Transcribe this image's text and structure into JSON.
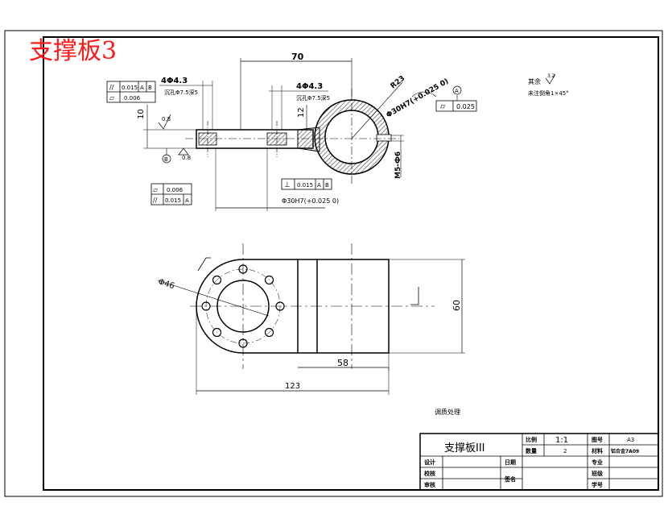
{
  "title_overlay": "支撑板3",
  "colors": {
    "overlay": "#ff1a1a",
    "line": "#000000",
    "hatch": "#555555"
  },
  "dims": {
    "top_70": "70",
    "hole_left": "4Φ4.3",
    "hole_left_note": "沉孔Φ7.5深5",
    "hole_right": "4Φ4.3",
    "hole_right_note": "沉孔Φ7.5深5",
    "d10": "10",
    "d12": "12",
    "r23": "R23",
    "bore": "Φ30H7(+0.025 0)",
    "m5": "M5-Ф6",
    "bottom_fit": "Φ30H7(+0.025 0)",
    "pcd": "Φ46",
    "h60": "60",
    "w58": "58",
    "w123": "123",
    "ra_left": "0.8",
    "ra_bottom": "0.8"
  },
  "gdt": {
    "top_left_row1": [
      "//",
      "0.015",
      "A",
      "B"
    ],
    "top_left_row2": [
      "▱",
      "0.006"
    ],
    "right": [
      "⌭",
      "0.025"
    ],
    "datum_a_top": "A",
    "datum_b": "B",
    "bottom_left_row1": [
      "▱",
      "0.006"
    ],
    "bottom_left_row2": [
      "//",
      "0.015",
      "A"
    ],
    "center_row1": [
      "⊥",
      "0.015",
      "A",
      "B"
    ]
  },
  "notes": {
    "others": "其余",
    "ra_others": "3.2",
    "chamfer": "未注倒角1×45°",
    "heat": "调质处理"
  },
  "title_block": {
    "part_name": "支撑板III",
    "scale_label": "比例",
    "scale": "1:1",
    "drawing_no_label": "图号",
    "drawing_no": "A3",
    "qty_label": "数量",
    "qty": "2",
    "material_label": "材料",
    "material": "铝合金7A09",
    "design": "设计",
    "date": "日期",
    "major": "专业",
    "check": "校核",
    "class": "班级",
    "approve": "审核",
    "sign": "签名",
    "student_no": "学号"
  }
}
